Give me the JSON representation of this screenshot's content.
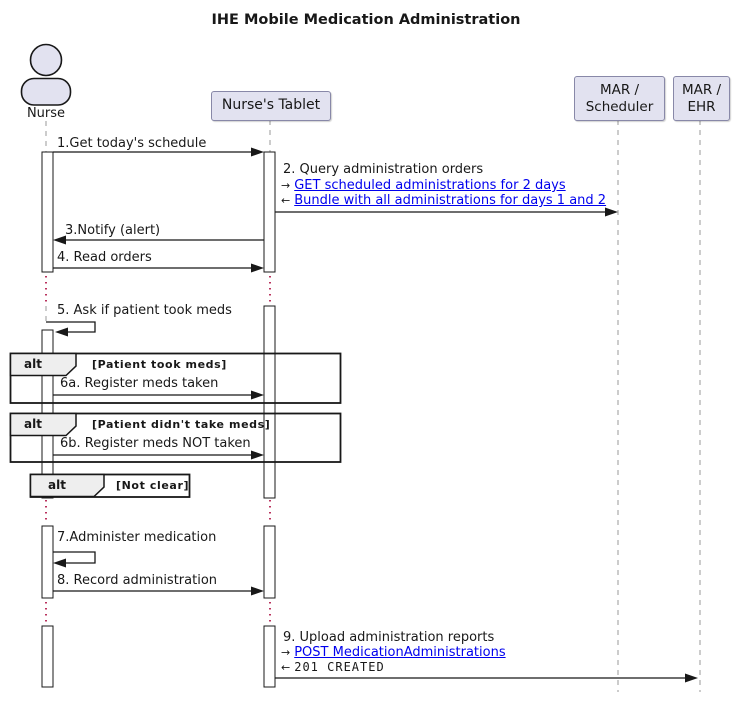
{
  "title": "IHE Mobile Medication Administration",
  "participants": {
    "nurse": {
      "label": "Nurse"
    },
    "tablet": {
      "label": "Nurse's Tablet"
    },
    "scheduler": {
      "label_line1": "MAR /",
      "label_line2": "Scheduler"
    },
    "ehr": {
      "label_line1": "MAR /",
      "label_line2": "EHR"
    }
  },
  "glyphs": {
    "arrow_out": "→",
    "arrow_back": "←"
  },
  "messages": {
    "m1": {
      "text": "1.Get today's schedule"
    },
    "m2": {
      "text": "2. Query administration orders",
      "link_out": "GET scheduled administrations for 2 days",
      "link_back": "Bundle with all administrations for days 1 and 2"
    },
    "m3": {
      "text": "3.Notify (alert)"
    },
    "m4": {
      "text": "4. Read orders"
    },
    "m5": {
      "text": "5. Ask if patient took meds"
    },
    "m6a": {
      "text": "6a. Register meds taken"
    },
    "m6b": {
      "text": "6b. Register meds NOT taken"
    },
    "m7": {
      "text": "7.Administer medication"
    },
    "m8": {
      "text": "8. Record administration"
    },
    "m9": {
      "text": "9. Upload administration reports",
      "link_out": "POST MedicationAdministrations",
      "response": "201 CREATED"
    }
  },
  "fragments": {
    "alt1": {
      "operator": "alt",
      "condition": "[Patient took meds]"
    },
    "alt2": {
      "operator": "alt",
      "condition": "[Patient didn't take meds]"
    },
    "alt3": {
      "operator": "alt",
      "condition": "[Not clear]"
    }
  },
  "colors": {
    "participant_fill": "#E2E2F0",
    "participant_border": "#8888a8",
    "actor_outline": "#181818",
    "line": "#181818",
    "lifeline": "#999999",
    "delay_dots": "#A80036",
    "link": "#0000EE",
    "fragment_header_fill": "#EEEEEE",
    "fragment_border": "#181818"
  }
}
